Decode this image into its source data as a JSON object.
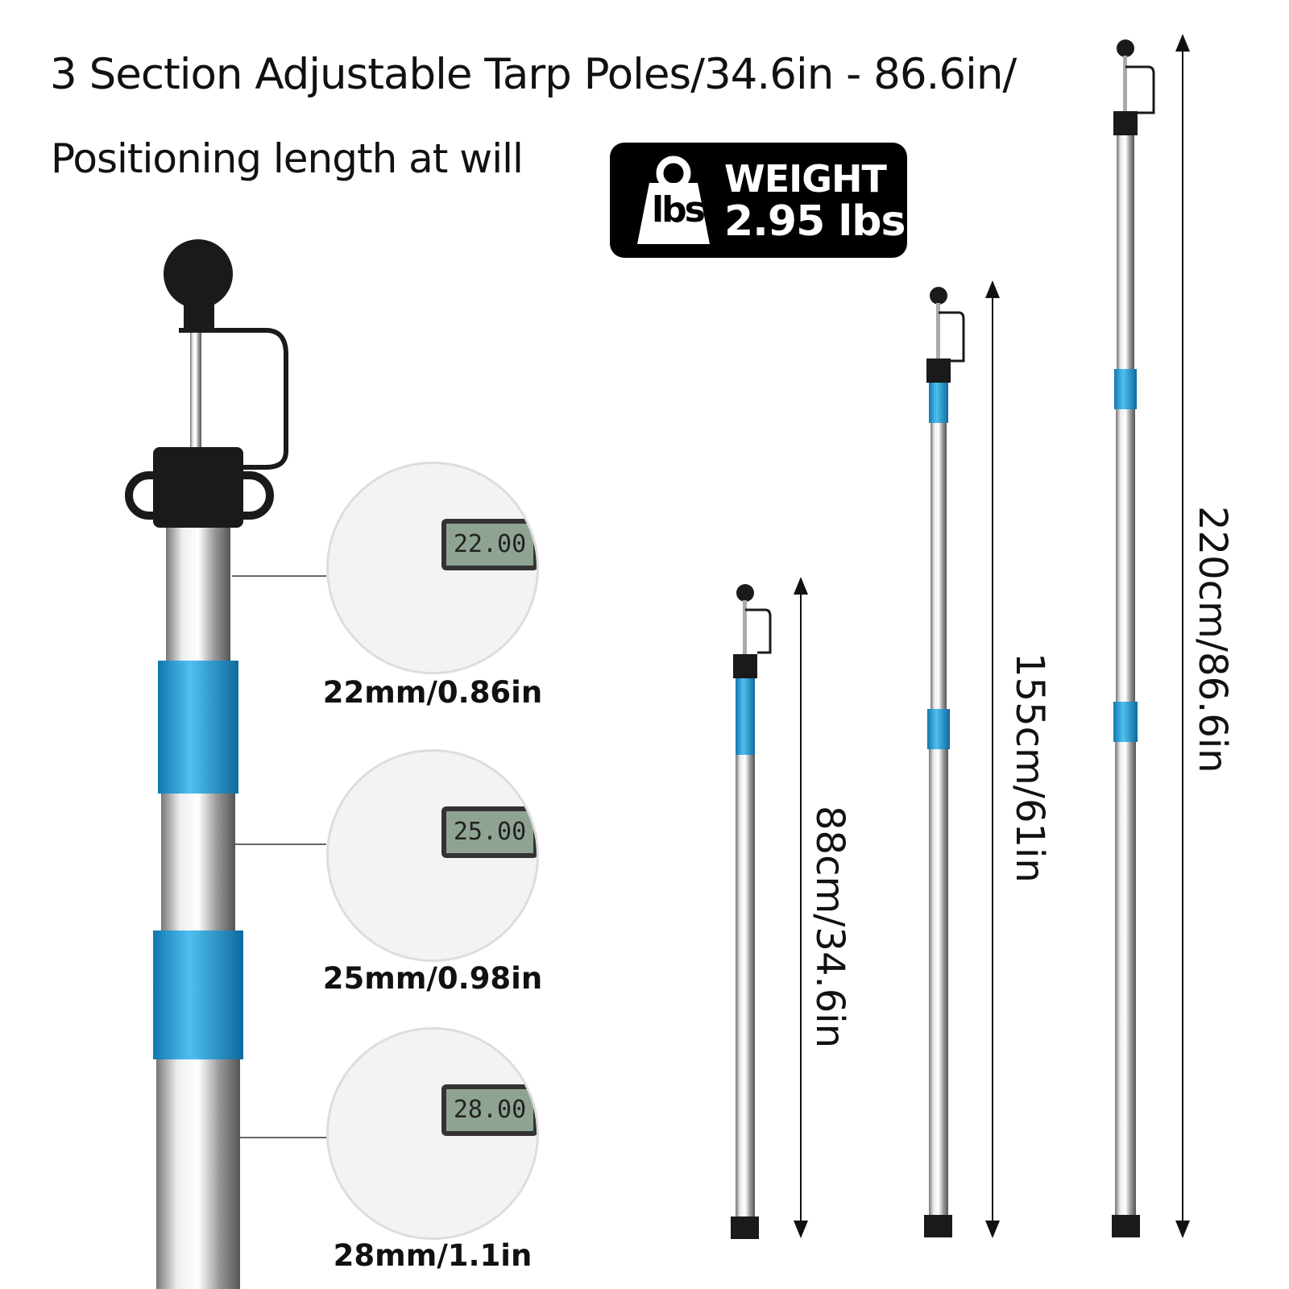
{
  "header": {
    "title": "3 Section Adjustable Tarp Poles/34.6in - 86.6in/",
    "subtitle": "Positioning length at will"
  },
  "weight_badge": {
    "icon": "weight-icon",
    "icon_label": "lbs",
    "label": "WEIGHT",
    "value": "2.95 lbs"
  },
  "diameters": [
    {
      "reading": "22.00",
      "label": "22mm/0.86in"
    },
    {
      "reading": "25.00",
      "label": "25mm/0.98in"
    },
    {
      "reading": "28.00",
      "label": "28mm/1.1in"
    }
  ],
  "lengths": [
    {
      "label": "88cm/34.6in"
    },
    {
      "label": "155cm/61in"
    },
    {
      "label": "220cm/86.6in"
    }
  ],
  "colors": {
    "accent": "#2aa3e0",
    "black": "#000000",
    "steel": "#c8c8c8"
  }
}
